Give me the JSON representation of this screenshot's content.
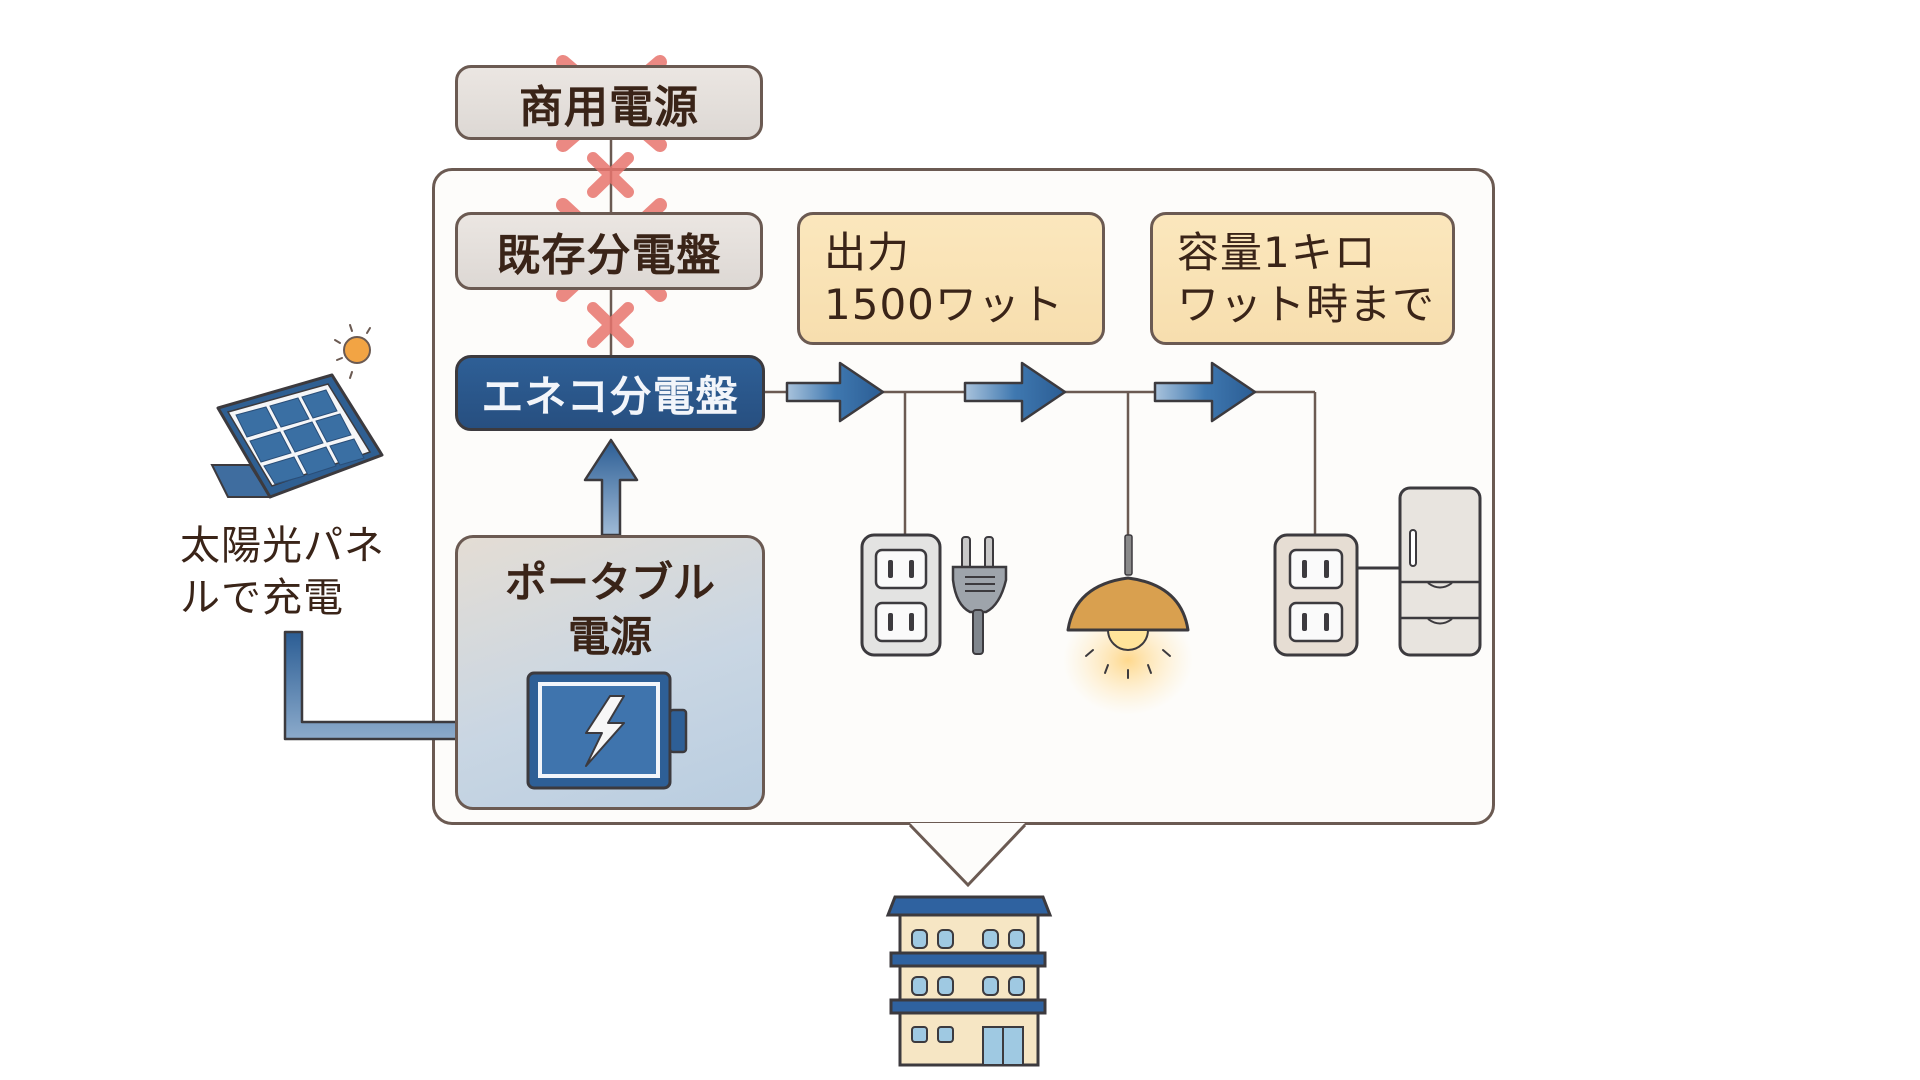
{
  "title": "エネコ分電盤によるポータブル電源からの給電図",
  "nodes": {
    "grid_power": {
      "label": "商用電源",
      "status": "disconnected"
    },
    "existing_panel": {
      "label": "既存分電盤",
      "status": "disconnected"
    },
    "eneco_panel": {
      "label": "エネコ分電盤"
    },
    "portable_power": {
      "label": "ポータブル\n電源"
    },
    "output_spec": {
      "label": "出力\n1500ワット"
    },
    "capacity_spec": {
      "label": "容量1キロ\nワット時まで"
    },
    "solar": {
      "label": "太陽光パネ\nルで充電"
    }
  },
  "loads": [
    {
      "name": "outlet-with-plug"
    },
    {
      "name": "pendant-lamp"
    },
    {
      "name": "outlet-with-refrigerator"
    }
  ],
  "colors": {
    "accent_blue": "#2e5f96",
    "cross_red": "#e8756e",
    "outline": "#6b5a52",
    "cream": "#f9e3b5",
    "gray_box": "#e6e1dd",
    "lamp_amber": "#d99a44"
  }
}
